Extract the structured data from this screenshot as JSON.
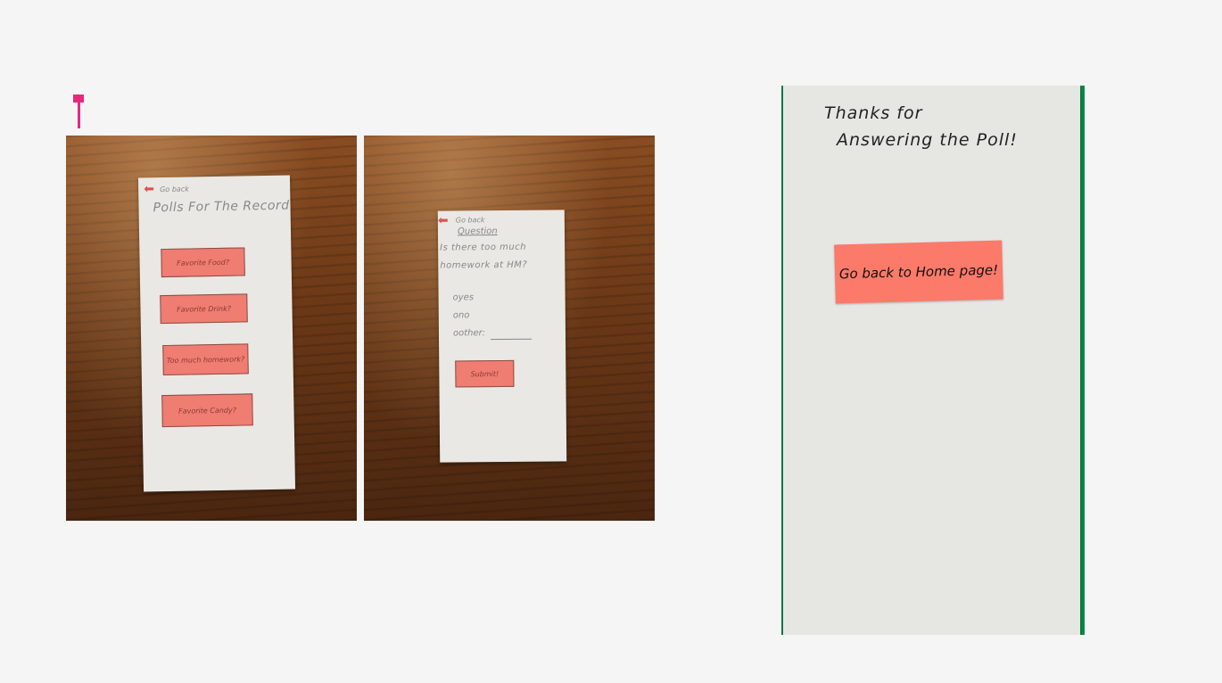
{
  "sketch1": {
    "back_label": "Go back",
    "title": "Polls For The Record",
    "buttons": [
      "Favorite Food?",
      "Favorite Drink?",
      "Too much homework?",
      "Favorite Candy?"
    ]
  },
  "sketch2": {
    "back_label": "Go back",
    "heading": "Question",
    "question_line1": "Is there too much",
    "question_line2": "homework at HM?",
    "options": [
      "yes",
      "no",
      "other:"
    ],
    "submit_label": "Submit!"
  },
  "sketch3": {
    "line1": "Thanks for",
    "line2": "Answering the Poll!",
    "home_button": "Go back to Home page!"
  },
  "colors": {
    "accent_marker": "#e8287c",
    "sketch_button": "#ef7d72",
    "sticky_note": "#fb7a6a",
    "photo3_background": "#0c8a4a"
  },
  "icons": {
    "marker": "slide-marker-icon",
    "back_arrow": "back-arrow-icon"
  }
}
